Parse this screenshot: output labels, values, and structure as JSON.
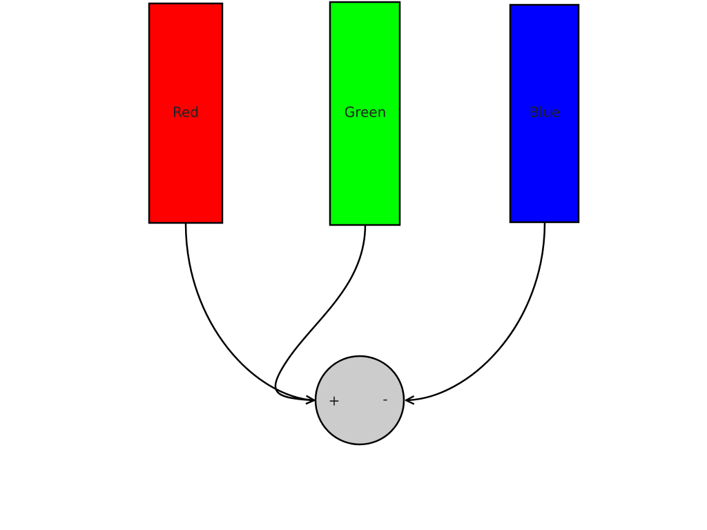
{
  "boxes": [
    {
      "label": "Red",
      "color": "#ff0000",
      "connects_to": "plus"
    },
    {
      "label": "Green",
      "color": "#00ff00",
      "connects_to": "plus"
    },
    {
      "label": "Blue",
      "color": "#0000ff",
      "connects_to": "minus"
    }
  ],
  "junction": {
    "plus": "+",
    "minus": "-",
    "color": "#cccccc"
  }
}
